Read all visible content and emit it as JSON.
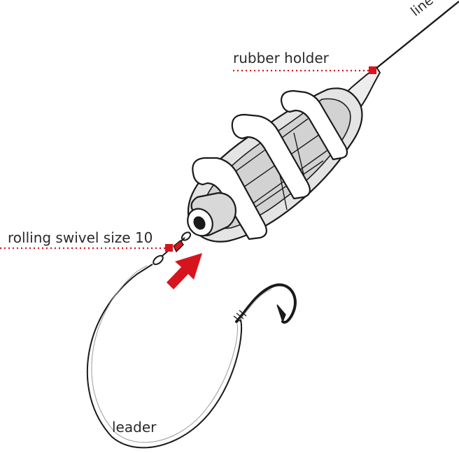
{
  "labels": {
    "line": "line",
    "rubber_holder": "rubber holder",
    "rolling_swivel": "rolling swivel size 10",
    "leader": "leader"
  },
  "colors": {
    "marker": "#d7141e",
    "ink": "#1a1a1a",
    "feeder_fill": "#e2e2e2",
    "feeder_cage_fill": "#ffffff"
  }
}
